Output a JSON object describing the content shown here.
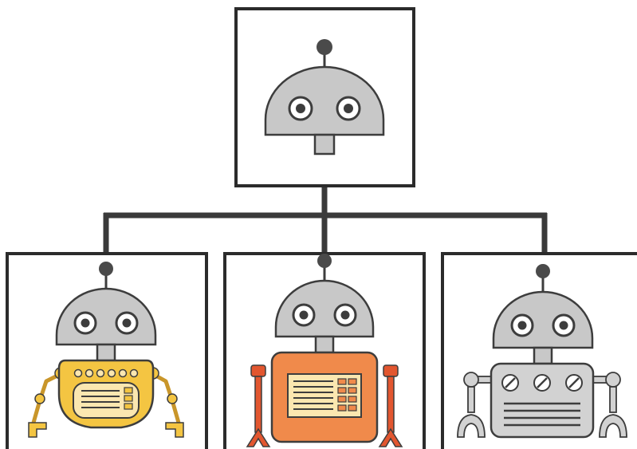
{
  "diagram": {
    "type": "hierarchy",
    "parent": {
      "icon": "robot-head-icon"
    },
    "children": [
      {
        "icon": "yellow-robot-icon",
        "variant": "yellow-claw-arms"
      },
      {
        "icon": "orange-robot-icon",
        "variant": "orange-tong-arms"
      },
      {
        "icon": "gray-robot-icon",
        "variant": "gray-bolt-arms"
      }
    ]
  },
  "colors": {
    "frame": "#2b2b2b",
    "connector": "#3a3a3a",
    "head": "#c8c8c8",
    "outline": "#3d3d3d",
    "antenna_ball": "#4a4a4a",
    "yellow_body": "#f4c542",
    "orange_body": "#f08a4b",
    "orange_arm": "#e2562f",
    "gray_body": "#d2d2d2",
    "panel_cream": "#fbe7b0"
  }
}
